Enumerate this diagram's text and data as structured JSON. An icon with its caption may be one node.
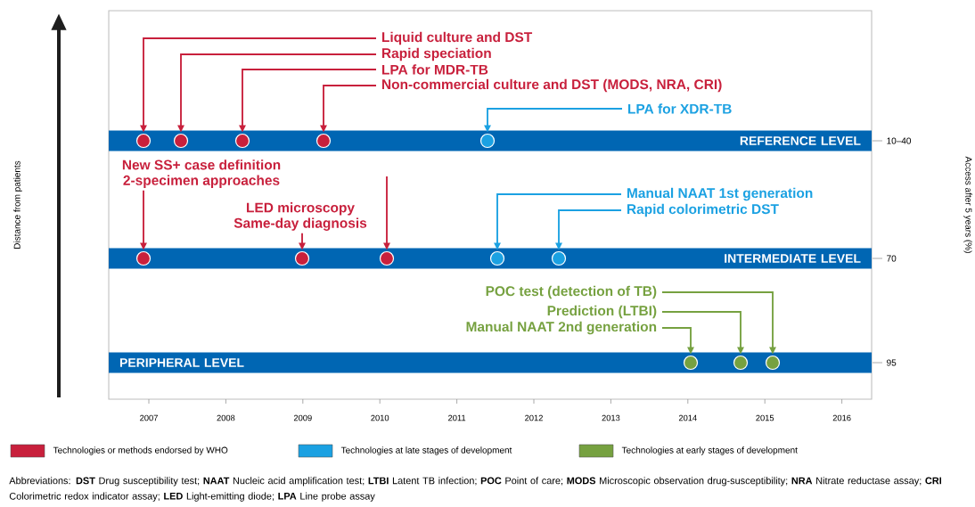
{
  "diagram": {
    "nodes": [
      {
        "text": [
          "Liquid culture and DST"
        ]
      },
      {
        "text": [
          "Rapid speciation"
        ]
      },
      {
        "text": [
          "LPA for MDR-TB"
        ]
      },
      {
        "text": [
          "Non-commercial culture and DST (MODS, NRA, CRI)"
        ]
      },
      {
        "text": [
          "LPA for XDR-TB"
        ]
      },
      {
        "text": [
          "REFERENCE LEVEL"
        ],
        "beside": [
          "10–40"
        ]
      },
      {
        "text": [],
        "shape": "circle",
        "in": 5
      },
      {
        "text": [],
        "shape": "circle",
        "in": 5
      },
      {
        "text": [],
        "shape": "circle",
        "in": 5
      },
      {
        "text": [],
        "shape": "circle",
        "in": 5
      },
      {
        "text": [],
        "shape": "circle",
        "in": 5
      },
      {
        "text": [
          "New SS+ case definition",
          "2-specimen approaches"
        ]
      },
      {
        "text": [
          "LED microscopy",
          "Same-day diagnosis"
        ]
      },
      {
        "text": [
          "Manual NAAT 1st generation"
        ]
      },
      {
        "text": [
          "Rapid colorimetric DST"
        ]
      },
      {
        "text": [
          "INTERMEDIATE LEVEL"
        ],
        "beside": [
          "70"
        ]
      },
      {
        "text": [],
        "shape": "circle",
        "in": 15
      },
      {
        "text": [],
        "shape": "circle",
        "in": 15
      },
      {
        "text": [],
        "shape": "circle",
        "in": 15
      },
      {
        "text": [],
        "shape": "circle",
        "in": 15
      },
      {
        "text": [],
        "shape": "circle",
        "in": 15
      },
      {
        "text": [
          "POC test (detection of TB)"
        ]
      },
      {
        "text": [
          "Prediction (LTBI)"
        ]
      },
      {
        "text": [
          "Manual NAAT 2nd generation"
        ]
      },
      {
        "text": [
          "PERIPHERAL LEVEL"
        ],
        "beside": [
          "95"
        ]
      },
      {
        "text": [],
        "shape": "circle",
        "in": 24
      },
      {
        "text": [],
        "shape": "circle",
        "in": 24
      },
      {
        "text": [],
        "shape": "circle",
        "in": 24
      }
    ],
    "edges": [
      {
        "from": 0,
        "to": 6,
        "arrow": "to"
      },
      {
        "from": 1,
        "to": 7,
        "arrow": "to"
      },
      {
        "from": 2,
        "to": 8,
        "arrow": "to"
      },
      {
        "from": 3,
        "to": 9,
        "arrow": "to"
      },
      {
        "from": 4,
        "to": 10,
        "arrow": "to",
        "color": "#1ba1e2"
      },
      {
        "from": 11,
        "to": 16,
        "arrow": "to"
      },
      {
        "from": 12,
        "to": 17,
        "arrow": "to"
      },
      {
        "from": null,
        "to": 18,
        "arrow": "to"
      },
      {
        "from": 13,
        "to": 19,
        "arrow": "to",
        "color": "#1ba1e2"
      },
      {
        "from": 14,
        "to": 20,
        "arrow": "to",
        "color": "#1ba1e2"
      },
      {
        "from": 21,
        "to": 27,
        "arrow": "to",
        "color": "#76a140"
      },
      {
        "from": 22,
        "to": 26,
        "arrow": "to",
        "color": "#76a140"
      },
      {
        "from": 23,
        "to": 25,
        "arrow": "to",
        "color": "#76a140"
      }
    ],
    "labels": [
      "Distance from patients",
      "Access after 5 years (%)",
      "2007",
      "2008",
      "2009",
      "2010",
      "2011",
      "2012",
      "2013",
      "2014",
      "2015",
      "2016",
      "Abbreviations: **DST** Drug susceptibility test; **NAAT** Nucleic acid amplification test; **LTBI** Latent TB infection; **POC** Point of care; **MODS** Microscopic observation drug-susceptibility; **NRA** Nitrate reductase assay; **CRI** Colorimetric redox indicator assay; **LED** Light-emitting diode; **LPA** Line probe assay"
    ],
    "legend": [
      {
        "text": "Technologies or methods endorsed by WHO",
        "color": "#c8203c"
      },
      {
        "text": "Technologies at late stages of development",
        "color": "#1ba1e2"
      },
      {
        "text": "Technologies at early stages of development",
        "color": "#76a140"
      }
    ]
  }
}
